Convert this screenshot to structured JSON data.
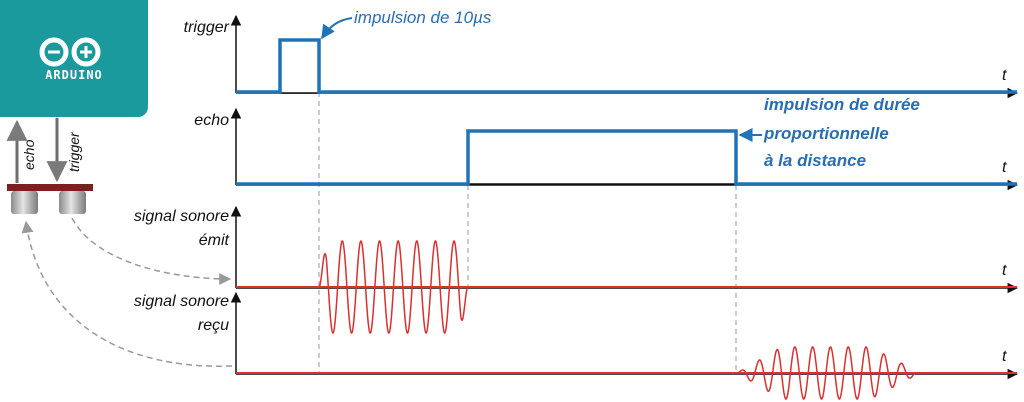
{
  "device": {
    "brand": "ARDUINO",
    "pin_left_label": "echo",
    "pin_right_label": "trigger"
  },
  "signals": {
    "trigger": {
      "label": "trigger",
      "axis": "t"
    },
    "echo": {
      "label": "echo",
      "axis": "t"
    },
    "emitted": {
      "label_line1": "signal sonore",
      "label_line2": "émit",
      "axis": "t"
    },
    "received": {
      "label_line1": "signal sonore",
      "label_line2": "reçu",
      "axis": "t"
    }
  },
  "annotations": {
    "pulse_10us": "impulsion de 10µs",
    "echo_line1": "impulsion de durée",
    "echo_line2": "proportionnelle",
    "echo_line3": "à la distance"
  },
  "colors": {
    "pulse_blue": "#1f73b7",
    "annotation_blue": "#2a6db0",
    "signal_red": "#d93030",
    "axis": "#111111",
    "arduino_teal": "#1a9a9c",
    "sensor_bar": "#7a2020",
    "guide_gray": "#999999"
  }
}
